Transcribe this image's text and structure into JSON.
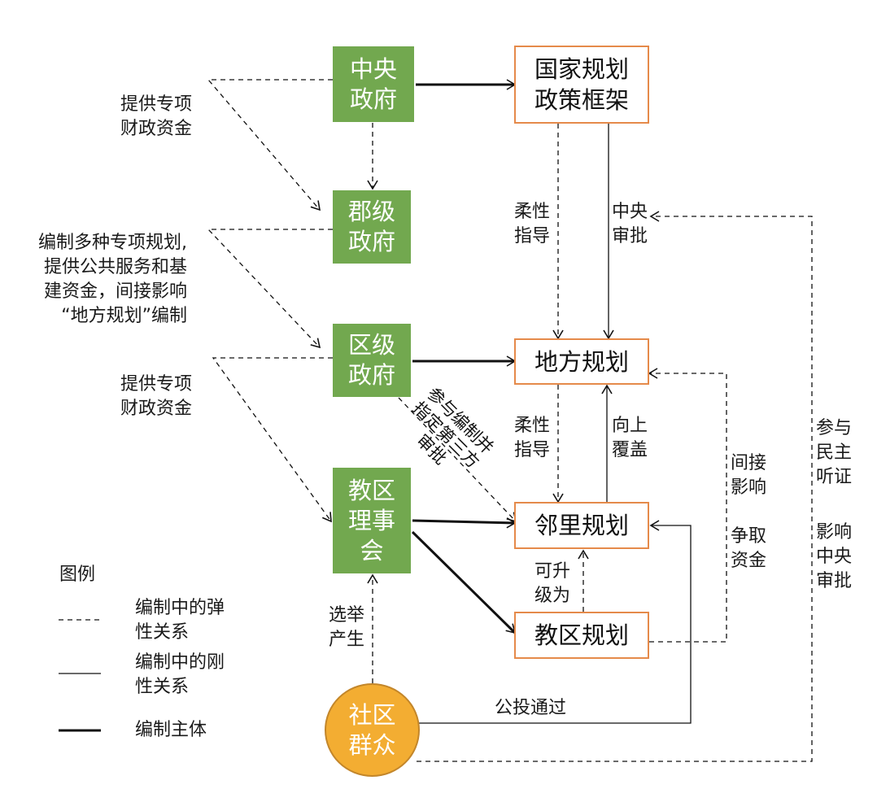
{
  "nodes": {
    "central_gov": "中央\n政府",
    "county_gov": "郡级\n政府",
    "district_gov": "区级\n政府",
    "parish_council": "教区\n理事\n会",
    "community": "社区\n群众",
    "national_framework": "国家规划\n政策框架",
    "local_plan": "地方规划",
    "neighbourhood_plan": "邻里规划",
    "parish_plan": "教区规划"
  },
  "edge_labels": {
    "central_funding": "提供专项\n财政资金",
    "county_role": "编制多种专项规划,\n提供公共服务和基\n建资金，间接影响\n“地方规划”编制",
    "district_funding": "提供专项\n财政资金",
    "district_to_neighbourhood": "参与编制并\n指定第三方\n审批",
    "flex_guide_1": "柔性\n指导",
    "central_approval": "中央\n审批",
    "flex_guide_2": "柔性\n指导",
    "upward_override": "向上\n覆盖",
    "indirect_influence": "间接\n影响",
    "seek_funding": "争取\n资金",
    "participate_hearing": "参与\n民主\n听证",
    "influence_approval": "影响\n中央\n审批",
    "upgrade_to": "可升\n级为",
    "elected": "选举\n产生",
    "referendum": "公投通过"
  },
  "legend": {
    "title": "图例",
    "flexible": "编制中的弹\n性关系",
    "rigid": "编制中的刚\n性关系",
    "subject": "编制主体"
  },
  "colors": {
    "government_fill": "#72a84f",
    "plan_border": "#e58a4a",
    "community_fill": "#f3ad32",
    "line": "#111111"
  }
}
